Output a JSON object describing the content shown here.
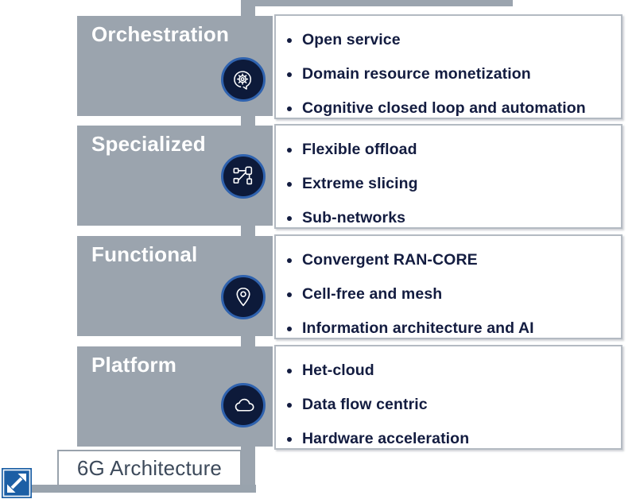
{
  "title": "6G Architecture",
  "layers": [
    {
      "label": "Orchestration",
      "icon": "brain-gear-icon",
      "bullets": [
        "Open service",
        "Domain resource monetization",
        "Cognitive closed loop and automation"
      ]
    },
    {
      "label": "Specialized",
      "icon": "network-nodes-icon",
      "bullets": [
        "Flexible offload",
        "Extreme slicing",
        "Sub-networks"
      ]
    },
    {
      "label": "Functional",
      "icon": "location-pin-icon",
      "bullets": [
        "Convergent RAN-CORE",
        "Cell-free and mesh",
        "Information architecture and AI"
      ]
    },
    {
      "label": "Platform",
      "icon": "cloud-icon",
      "bullets": [
        "Het-cloud",
        "Data flow centric",
        "Hardware acceleration"
      ]
    }
  ],
  "icons": {
    "corner": "expand-arrows-icon"
  },
  "colors": {
    "box_gray": "#9BA4AE",
    "connector_gray": "#99A3AD",
    "badge_navy": "#0D1A3A",
    "badge_ring_blue": "#2F62AE",
    "bullet_navy": "#131C40",
    "bullets_border": "#B3BAC2",
    "arch_text": "#3D4A5B",
    "expand_blue": "#1C5FA5"
  }
}
